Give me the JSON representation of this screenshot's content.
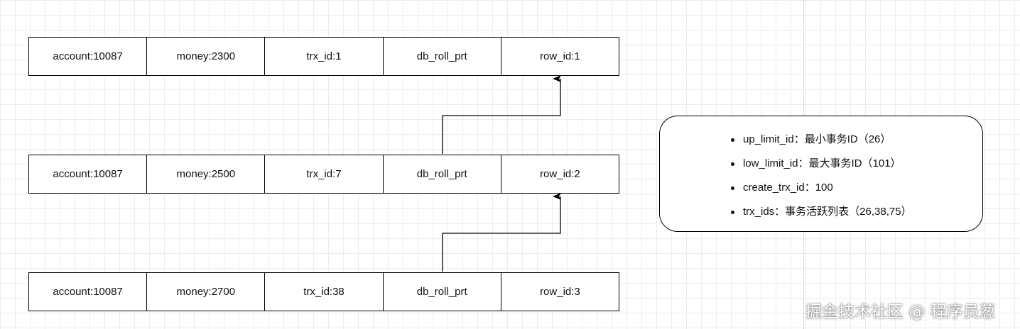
{
  "records": [
    {
      "cells": [
        "account:10087",
        "money:2300",
        "trx_id:1",
        "db_roll_prt",
        "row_id:1"
      ]
    },
    {
      "cells": [
        "account:10087",
        "money:2500",
        "trx_id:7",
        "db_roll_prt",
        "row_id:2"
      ]
    },
    {
      "cells": [
        "account:10087",
        "money:2700",
        "trx_id:38",
        "db_roll_prt",
        "row_id:3"
      ]
    }
  ],
  "read_view": {
    "items": [
      "up_limit_id：最小事务ID（26）",
      "low_limit_id：最大事务ID（101）",
      "create_trx_id：100",
      "trx_ids：事务活跃列表（26,38,75）"
    ]
  },
  "watermark": "掘金技术社区 @ 程序员葱",
  "colors": {
    "line": "#000000",
    "grid": "#ececec",
    "background": "#ffffff"
  }
}
